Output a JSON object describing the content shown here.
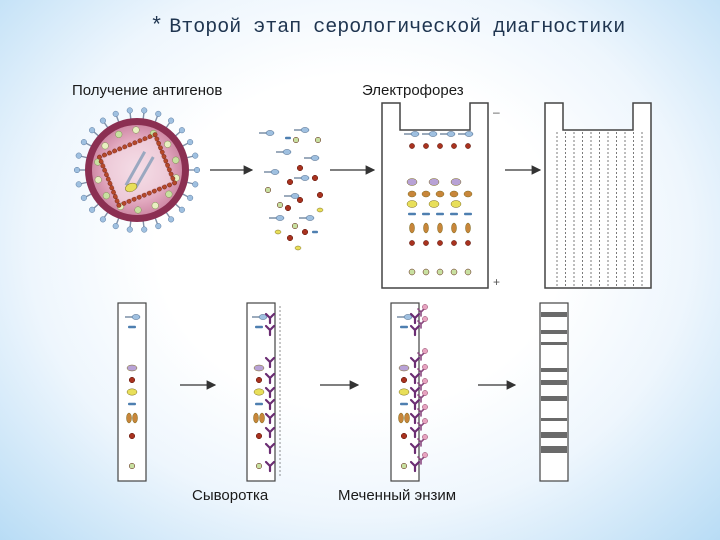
{
  "title": {
    "bullet": "*",
    "text": "Второй этап серологической диагностики"
  },
  "labels": {
    "antigens": "Получение антигенов",
    "electrophoresis": "Электрофорез",
    "serum": "Сыворотка",
    "enzyme": "Меченный энзим"
  },
  "gel_signs": {
    "minus": "–",
    "plus": "+"
  },
  "colors": {
    "virus_envelope": "#8b2f52",
    "capsid": "#b5482a",
    "antigen_red": "#a8321f",
    "antigen_yellow": "#e8df5a",
    "antigen_lilac": "#b8a2d6",
    "antigen_blue": "#4e7fb0",
    "antigen_orange": "#c8863a",
    "antibody_purple": "#6b2d73",
    "arrow": "#333333"
  }
}
